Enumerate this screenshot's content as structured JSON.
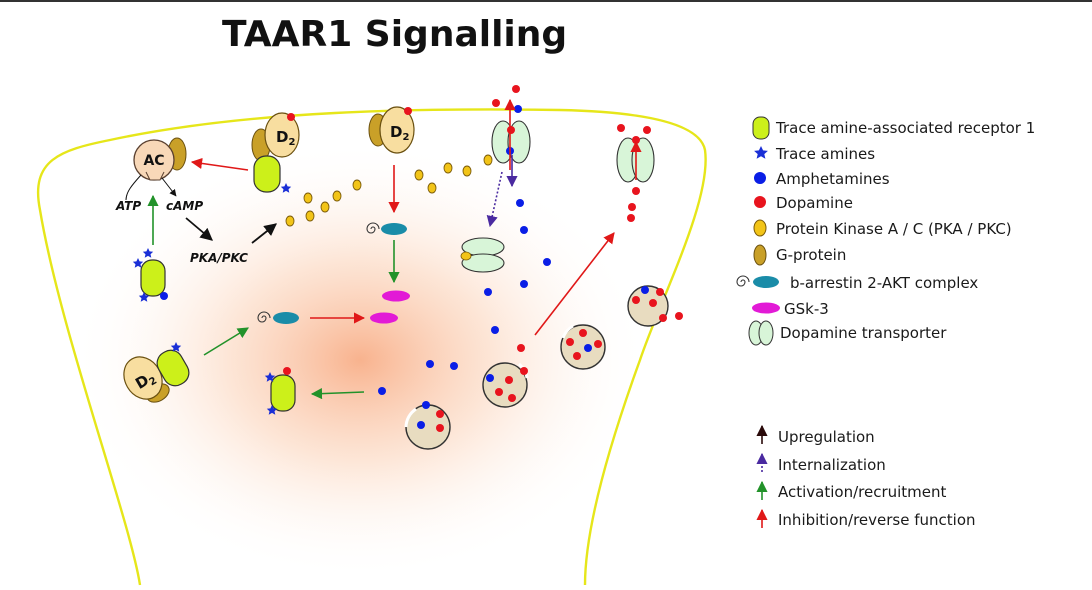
{
  "title": "TAAR1 Signalling",
  "labels": {
    "ac": "AC",
    "d2": "D",
    "d2_sub": "2",
    "atp": "ATP",
    "camp": "cAMP",
    "pka_pkc": "PKA/PKC"
  },
  "legend": {
    "items": [
      {
        "label": "Trace amine-associated receptor 1",
        "icon": "taar1-receptor-icon"
      },
      {
        "label": "Trace amines",
        "icon": "trace-amine-star-icon"
      },
      {
        "label": "Amphetamines",
        "icon": "amphetamine-dot-icon"
      },
      {
        "label": "Dopamine",
        "icon": "dopamine-dot-icon"
      },
      {
        "label": "Protein Kinase A / C (PKA / PKC)",
        "icon": "pka-pkc-oval-icon"
      },
      {
        "label": "G-protein",
        "icon": "g-protein-oval-icon"
      },
      {
        "label": "b-arrestin 2-AKT complex",
        "icon": "arrestin-akt-complex-icon"
      },
      {
        "label": "GSk-3",
        "icon": "gsk3-oval-icon"
      },
      {
        "label": "Dopamine transporter",
        "icon": "dopamine-transporter-icon"
      }
    ],
    "arrows": [
      {
        "label": "Upregulation",
        "icon": "upregulation-arrow-icon"
      },
      {
        "label": "Internalization",
        "icon": "internalization-arrow-icon"
      },
      {
        "label": "Activation/recruitment",
        "icon": "activation-arrow-icon"
      },
      {
        "label": "Inhibition/reverse function",
        "icon": "inhibition-arrow-icon"
      }
    ]
  },
  "colors": {
    "receptor": "#ccf01a",
    "trace_amine": "#1a2fd6",
    "amphetamine": "#0a1ee6",
    "dopamine": "#e8141e",
    "pka": "#f2c418",
    "g_protein": "#c9a028",
    "akt": "#1a8ca8",
    "gsk3": "#e21ad6",
    "transporter": "#d8f5d8",
    "membrane": "#e6e61a",
    "upregulation": "#2a0a0a",
    "internalization": "#4a2aa0",
    "activation": "#22922a",
    "inhibition": "#e01818",
    "ac_fill": "#f8d8b8",
    "d2_fill": "#f8dea0",
    "vesicle": "#e8dcc0"
  }
}
